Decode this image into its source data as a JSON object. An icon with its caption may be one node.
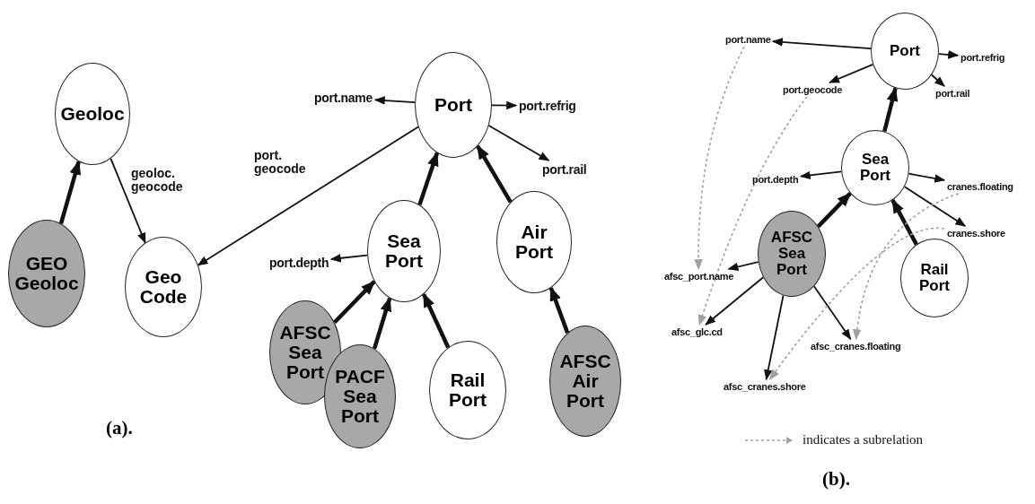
{
  "diagram": {
    "nodes": [
      {
        "text": [
          "Geoloc"
        ]
      },
      {
        "text": [
          "port.name"
        ]
      },
      {
        "text": [
          "Port"
        ]
      },
      {
        "text": [
          "port.refrig"
        ]
      },
      {
        "text": [
          "port.rail"
        ]
      },
      {
        "text": [
          "Sea Port"
        ]
      },
      {
        "text": [
          "Air Port"
        ]
      },
      {
        "text": [
          "port.depth"
        ]
      },
      {
        "text": [
          "GEO Geoloc"
        ]
      },
      {
        "text": [
          "Geo Code"
        ]
      },
      {
        "text": [
          "AFSC Sea Port"
        ]
      },
      {
        "text": [
          "PACF Sea Port"
        ]
      },
      {
        "text": [
          "Rail Port"
        ]
      },
      {
        "text": [
          "AFSC Air Port"
        ]
      },
      {
        "text": [
          "port.name"
        ]
      },
      {
        "text": [
          "Port"
        ]
      },
      {
        "text": [
          "port.refrig"
        ]
      },
      {
        "text": [
          "port.geocode"
        ]
      },
      {
        "text": [
          "port.rail"
        ]
      },
      {
        "text": [
          "Sea Port"
        ]
      },
      {
        "text": [
          "port.depth"
        ]
      },
      {
        "text": [
          "cranes.floating"
        ]
      },
      {
        "text": [
          "AFSC Sea Port"
        ]
      },
      {
        "text": [
          "cranes.shore"
        ]
      },
      {
        "text": [
          "Rail Port"
        ]
      },
      {
        "text": [
          "afsc_port.name"
        ]
      },
      {
        "text": [
          "afsc_glc.cd"
        ]
      },
      {
        "text": [
          "afsc_cranes.floating"
        ]
      },
      {
        "text": [
          "afsc_cranes.shore"
        ]
      }
    ],
    "edges": [
      {
        "from": 8,
        "to": 0,
        "arrow": "to",
        "style": "thick"
      },
      {
        "from": 0,
        "to": 9,
        "arrow": "to",
        "label": "geoloc. geocode"
      },
      {
        "from": 2,
        "to": 9,
        "arrow": "to",
        "label": "port. geocode"
      },
      {
        "from": 2,
        "to": 1,
        "arrow": "to"
      },
      {
        "from": 2,
        "to": 3,
        "arrow": "to"
      },
      {
        "from": 2,
        "to": 4,
        "arrow": "to"
      },
      {
        "from": 5,
        "to": 2,
        "arrow": "to",
        "style": "thick"
      },
      {
        "from": 6,
        "to": 2,
        "arrow": "to",
        "style": "thick"
      },
      {
        "from": 5,
        "to": 7,
        "arrow": "to"
      },
      {
        "from": 10,
        "to": 5,
        "arrow": "to",
        "style": "thick"
      },
      {
        "from": 11,
        "to": 5,
        "arrow": "to",
        "style": "thick"
      },
      {
        "from": 12,
        "to": 5,
        "arrow": "to",
        "style": "thick"
      },
      {
        "from": 13,
        "to": 6,
        "arrow": "to",
        "style": "thick"
      },
      {
        "from": 15,
        "to": 14,
        "arrow": "to"
      },
      {
        "from": 15,
        "to": 16,
        "arrow": "to"
      },
      {
        "from": 15,
        "to": 17,
        "arrow": "to"
      },
      {
        "from": 15,
        "to": 18,
        "arrow": "to"
      },
      {
        "from": 19,
        "to": 15,
        "arrow": "to",
        "style": "thick"
      },
      {
        "from": 19,
        "to": 20,
        "arrow": "to"
      },
      {
        "from": 19,
        "to": 21,
        "arrow": "to"
      },
      {
        "from": 19,
        "to": 23,
        "arrow": "to"
      },
      {
        "from": 22,
        "to": 19,
        "arrow": "to",
        "style": "thick"
      },
      {
        "from": 24,
        "to": 19,
        "arrow": "to",
        "style": "thick"
      },
      {
        "from": 22,
        "to": 25,
        "arrow": "to"
      },
      {
        "from": 22,
        "to": 26,
        "arrow": "to"
      },
      {
        "from": 22,
        "to": 28,
        "arrow": "to"
      },
      {
        "from": 22,
        "to": 27,
        "arrow": "to"
      },
      {
        "from": 14,
        "to": 25,
        "arrow": "to",
        "style": "dashed",
        "color": "#a0a0a0"
      },
      {
        "from": 17,
        "to": 26,
        "arrow": "to",
        "style": "dashed",
        "color": "#a0a0a0"
      },
      {
        "from": 21,
        "to": 27,
        "arrow": "to",
        "style": "dashed",
        "color": "#a0a0a0"
      },
      {
        "from": 23,
        "to": 28,
        "arrow": "to",
        "style": "dashed",
        "color": "#a0a0a0"
      }
    ],
    "labels": [
      "(a).",
      "(b)."
    ],
    "legend": [
      {
        "text": "indicates a subrelation"
      }
    ]
  }
}
